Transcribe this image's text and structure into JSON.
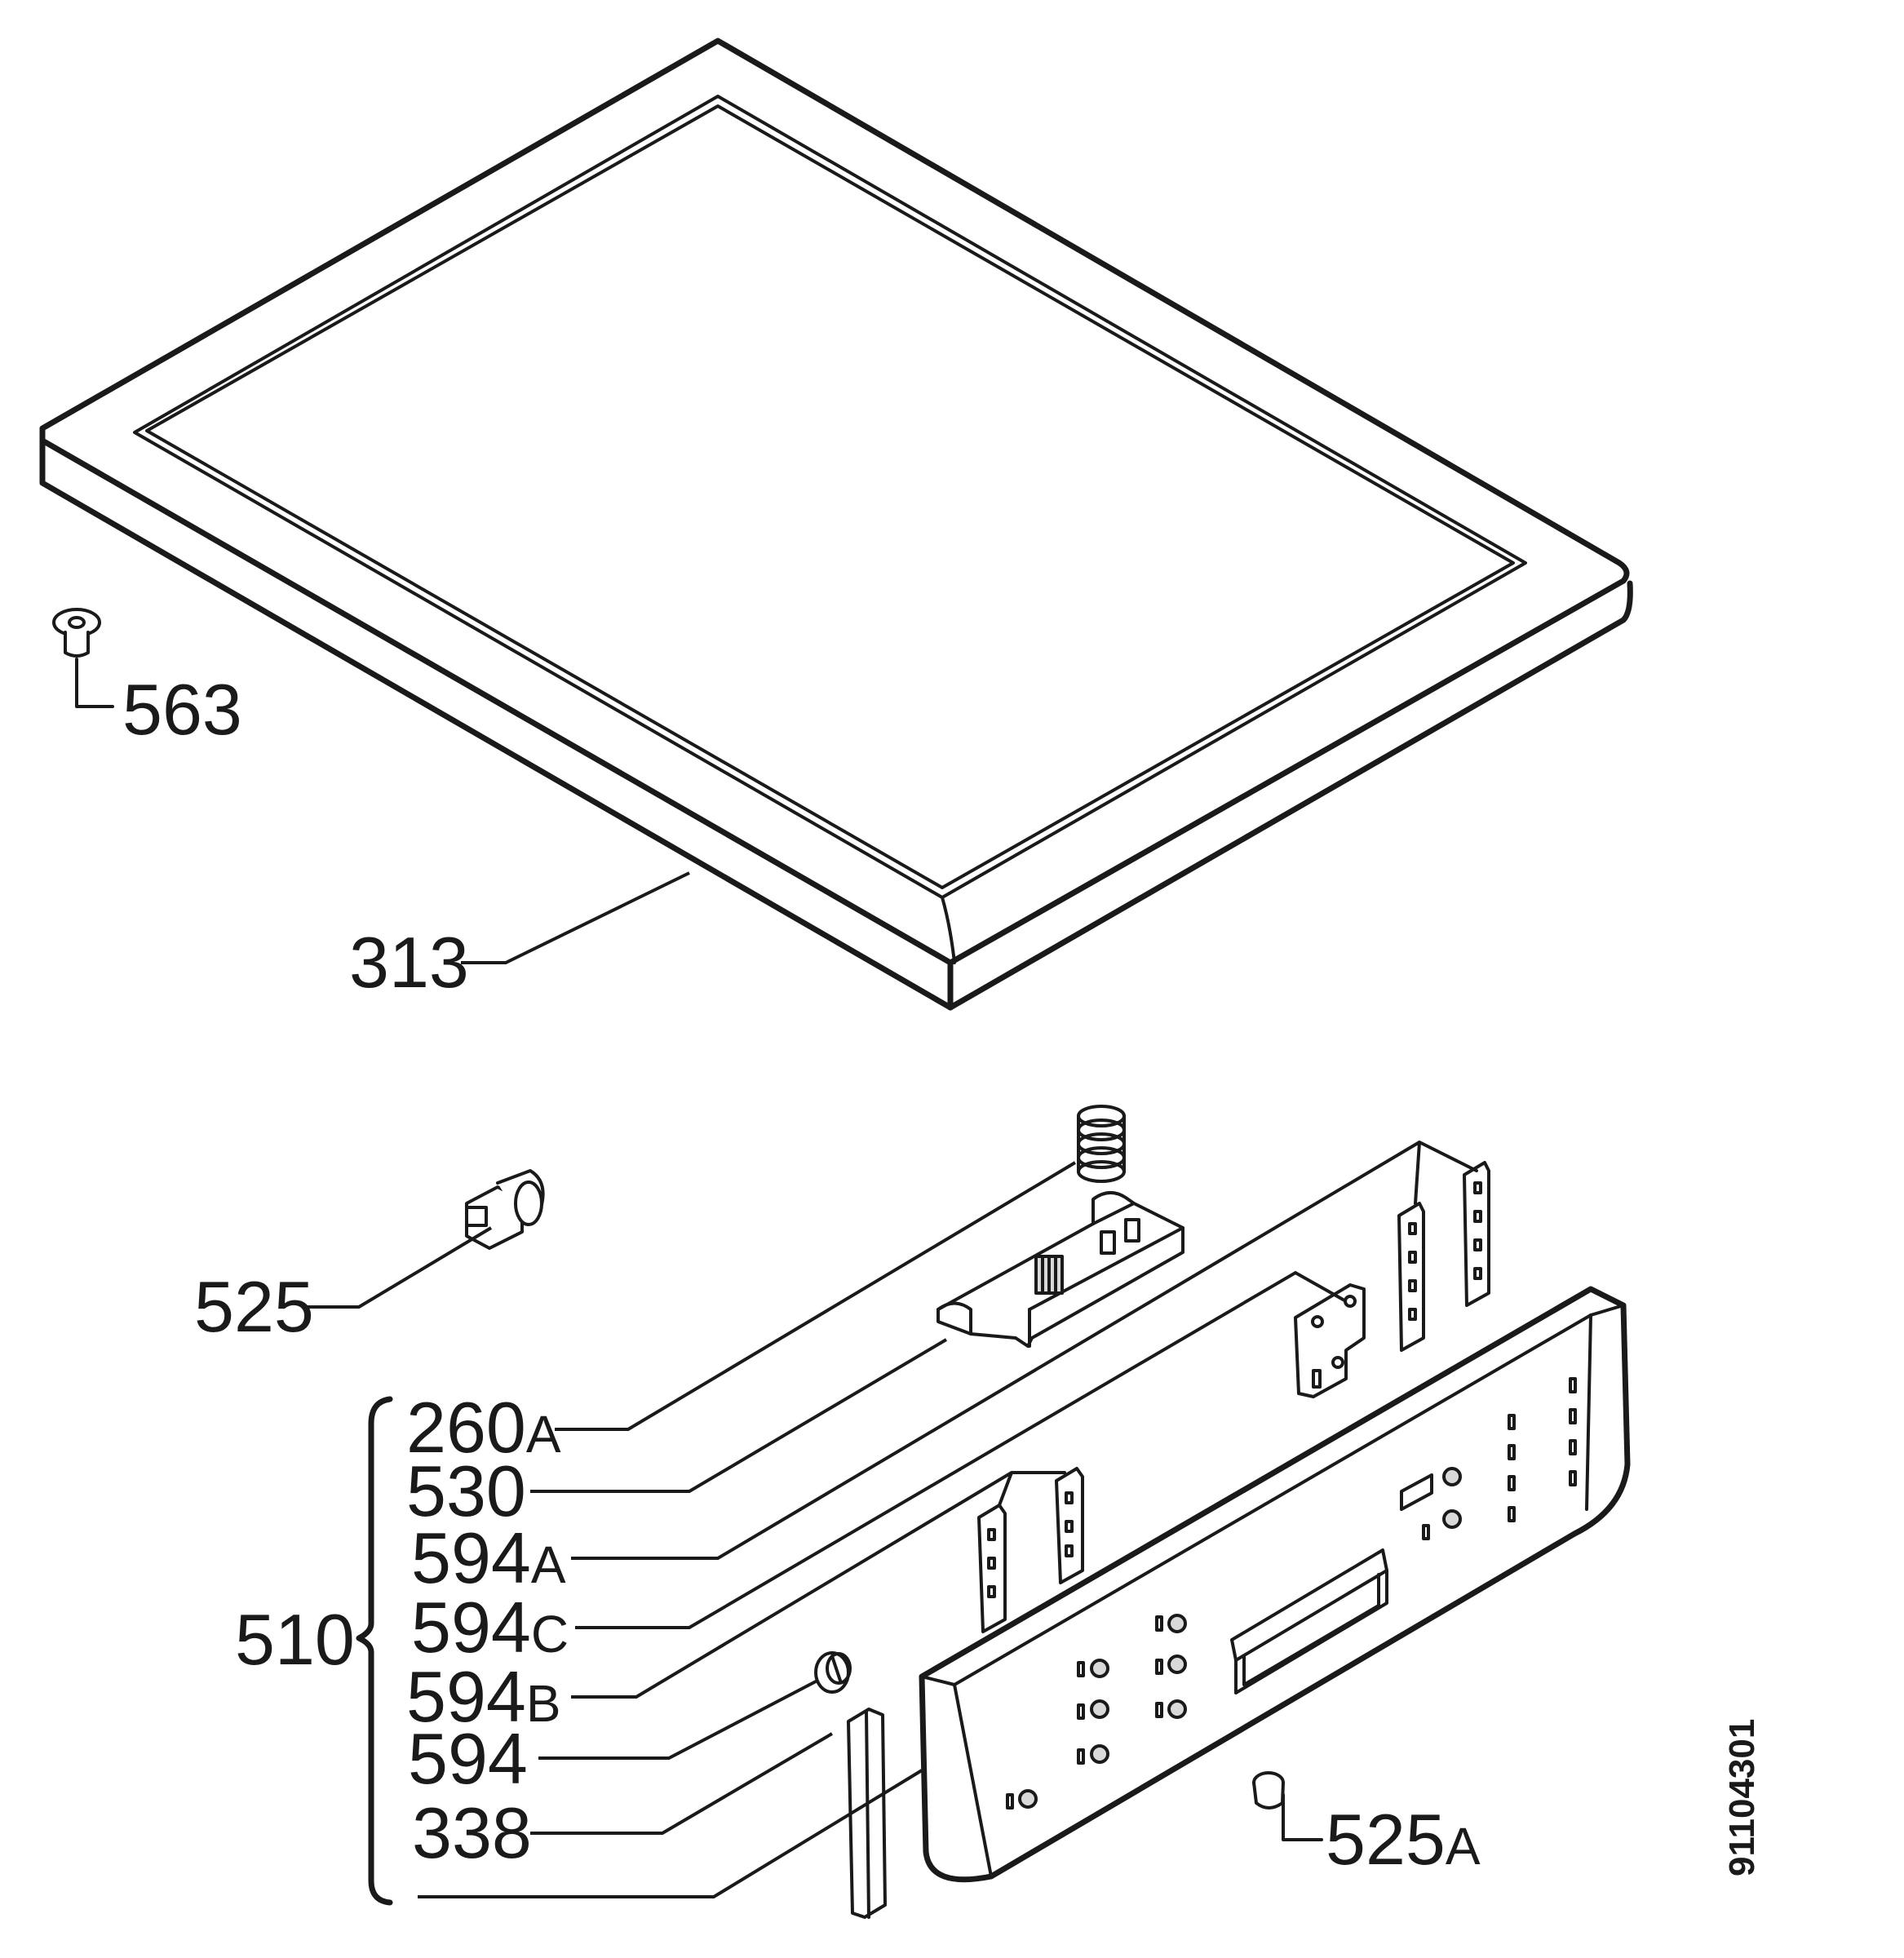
{
  "labels": {
    "p313": "313",
    "p563": "563",
    "p525": "525",
    "p510": "510",
    "p260a_num": "260",
    "p260a_suf": "A",
    "p530": "530",
    "p594a_num": "594",
    "p594a_suf": "A",
    "p594c_num": "594",
    "p594c_suf": "C",
    "p594b_num": "594",
    "p594b_suf": "B",
    "p594": "594",
    "p338": "338",
    "p525a_num": "525",
    "p525a_suf": "A"
  },
  "drawing_number": "91104301"
}
